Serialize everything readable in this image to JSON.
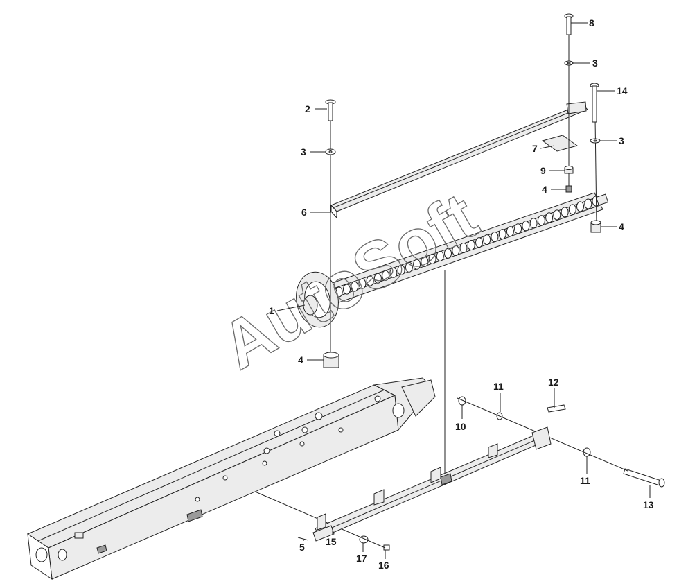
{
  "watermark": "AutoSoft",
  "callouts": [
    {
      "id": "c8",
      "label": "8"
    },
    {
      "id": "c3a",
      "label": "3"
    },
    {
      "id": "c14",
      "label": "14"
    },
    {
      "id": "c2",
      "label": "2"
    },
    {
      "id": "c3b",
      "label": "3"
    },
    {
      "id": "c3c",
      "label": "3"
    },
    {
      "id": "c7",
      "label": "7"
    },
    {
      "id": "c9",
      "label": "9"
    },
    {
      "id": "c4a",
      "label": "4"
    },
    {
      "id": "c6",
      "label": "6"
    },
    {
      "id": "c4b",
      "label": "4"
    },
    {
      "id": "c1",
      "label": "1"
    },
    {
      "id": "c4c",
      "label": "4"
    },
    {
      "id": "c11a",
      "label": "11"
    },
    {
      "id": "c12",
      "label": "12"
    },
    {
      "id": "c10",
      "label": "10"
    },
    {
      "id": "c11b",
      "label": "11"
    },
    {
      "id": "c13",
      "label": "13"
    },
    {
      "id": "c5",
      "label": "5"
    },
    {
      "id": "c15",
      "label": "15"
    },
    {
      "id": "c17",
      "label": "17"
    },
    {
      "id": "c16",
      "label": "16"
    }
  ]
}
